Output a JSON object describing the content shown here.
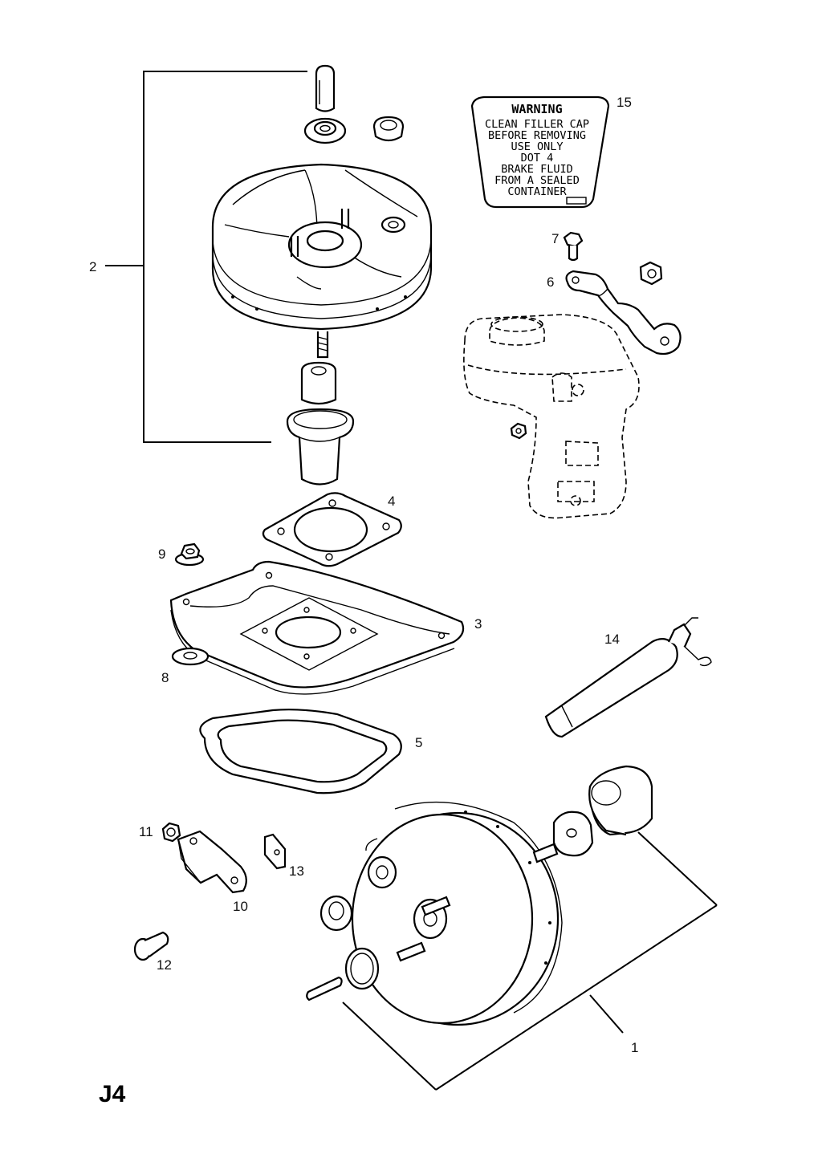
{
  "sheet_code": "J4",
  "callouts": [
    "1",
    "2",
    "3",
    "4",
    "5",
    "6",
    "7",
    "8",
    "9",
    "10",
    "11",
    "12",
    "13",
    "14",
    "15"
  ],
  "warning_label": {
    "heading": "WARNING",
    "lines": [
      "CLEAN FILLER CAP",
      "BEFORE REMOVING",
      "USE ONLY",
      "DOT 4",
      "BRAKE FLUID",
      "FROM A SEALED",
      "CONTAINER"
    ]
  }
}
